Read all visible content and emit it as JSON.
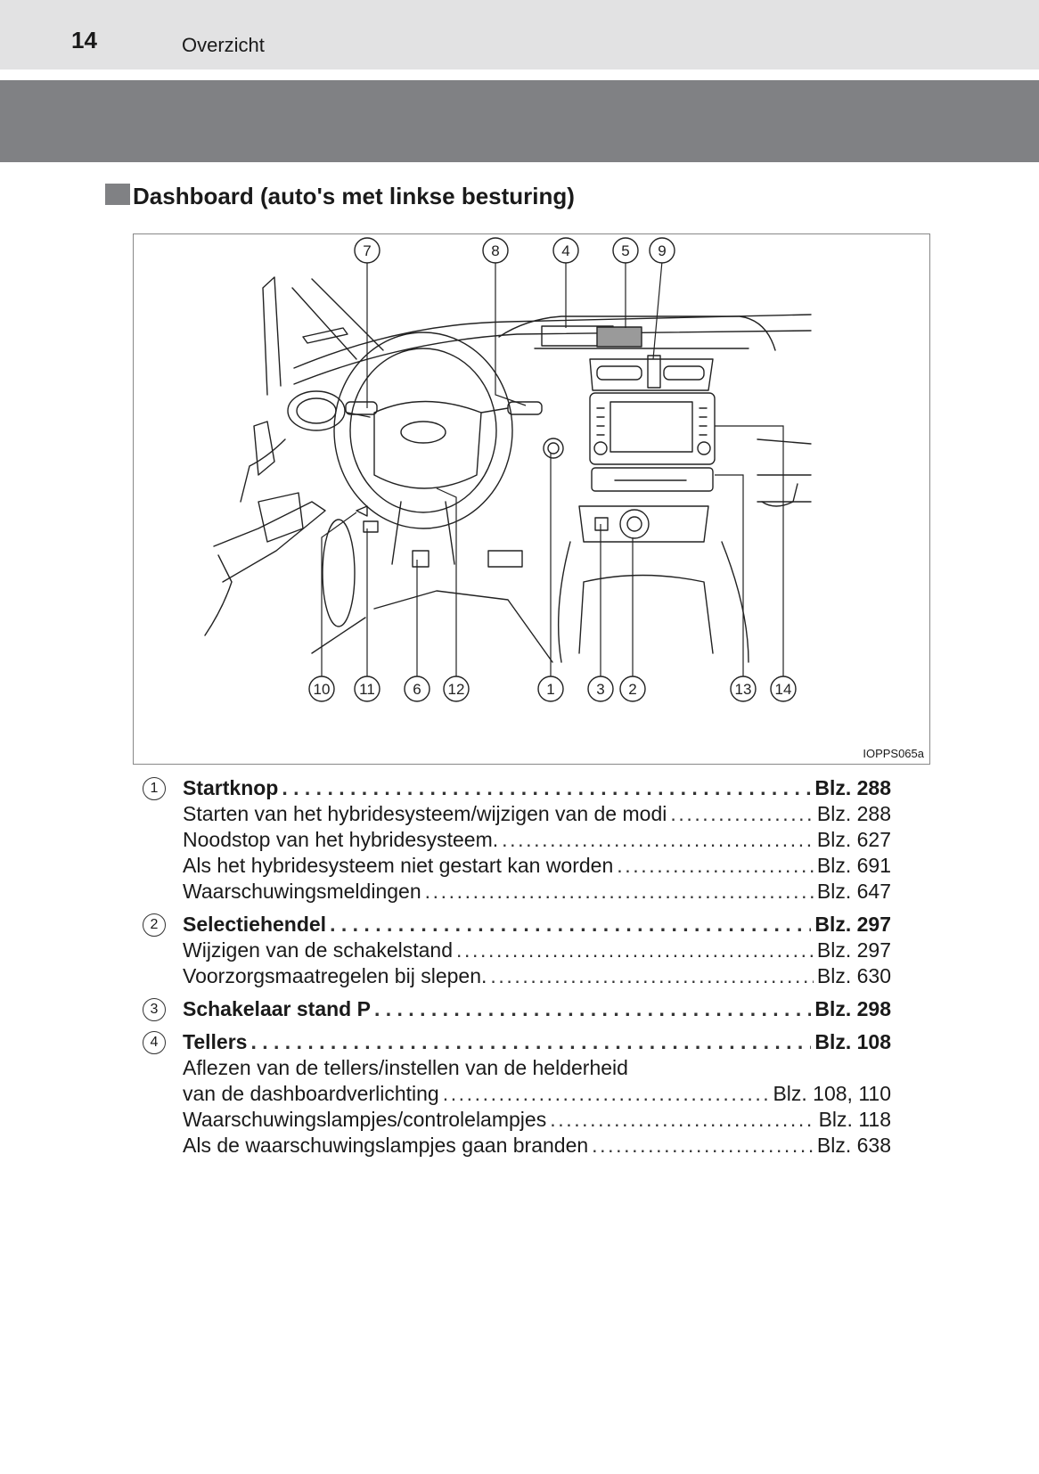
{
  "header": {
    "page_number": "14",
    "chapter": "Overzicht"
  },
  "section": {
    "title": "Dashboard (auto's met linkse besturing)"
  },
  "figure": {
    "code": "IOPPS065a",
    "callouts_top": [
      "7",
      "8",
      "4",
      "5",
      "9"
    ],
    "callouts_bottom": [
      "10",
      "11",
      "6",
      "12",
      "1",
      "3",
      "2",
      "13",
      "14"
    ]
  },
  "items": [
    {
      "num": "1",
      "title": "Startknop",
      "page": "Blz. 288",
      "subs": [
        {
          "text": "Starten van het hybridesysteem/wijzigen van de modi",
          "page": "Blz. 288"
        },
        {
          "text": "Noodstop van het hybridesysteem.",
          "page": "Blz. 627"
        },
        {
          "text": "Als het hybridesysteem niet gestart kan worden",
          "page": "Blz. 691"
        },
        {
          "text": "Waarschuwingsmeldingen",
          "page": "Blz. 647"
        }
      ]
    },
    {
      "num": "2",
      "title": "Selectiehendel",
      "page": "Blz. 297",
      "subs": [
        {
          "text": "Wijzigen van de schakelstand",
          "page": "Blz. 297"
        },
        {
          "text": "Voorzorgsmaatregelen bij slepen.",
          "page": "Blz. 630"
        }
      ]
    },
    {
      "num": "3",
      "title": "Schakelaar stand P",
      "page": "Blz. 298",
      "subs": []
    },
    {
      "num": "4",
      "title": "Tellers",
      "page": "Blz. 108",
      "subs": [
        {
          "text": "Aflezen van de tellers/instellen van de helderheid",
          "page": ""
        },
        {
          "text": "van de dashboardverlichting",
          "page": "Blz. 108, 110"
        },
        {
          "text": "Waarschuwingslampjes/controlelampjes",
          "page": "Blz. 118"
        },
        {
          "text": "Als de waarschuwingslampjes gaan branden",
          "page": "Blz. 638"
        }
      ]
    }
  ]
}
